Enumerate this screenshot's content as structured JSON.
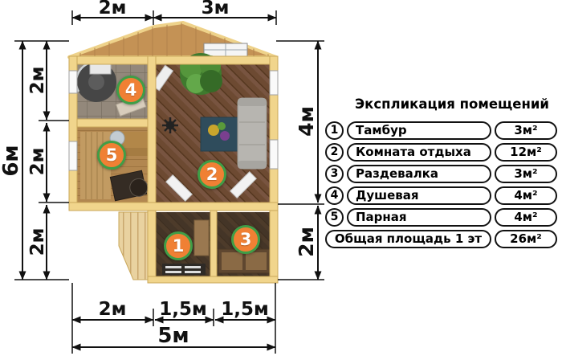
{
  "legend": {
    "title": "Экспликация помещений",
    "rows": [
      {
        "num": "1",
        "name": "Тамбур",
        "area": "3м²"
      },
      {
        "num": "2",
        "name": "Комната отдыха",
        "area": "12м²"
      },
      {
        "num": "3",
        "name": "Раздевалка",
        "area": "3м²"
      },
      {
        "num": "4",
        "name": "Душевая",
        "area": "4м²"
      },
      {
        "num": "5",
        "name": "Парная",
        "area": "4м²"
      }
    ],
    "total_row": {
      "name": "Общая площадь 1 эт",
      "area": "26м²"
    }
  },
  "dimensions": {
    "top": {
      "d1": "2м",
      "d2": "3м"
    },
    "left": {
      "total": "6м",
      "s1": "2м",
      "s2": "2м",
      "s3": "2м"
    },
    "right": {
      "s1": "4м",
      "s2": "2м"
    },
    "bottom": {
      "s1": "2м",
      "s2": "1,5м",
      "s3": "1,5м",
      "total": "5м"
    }
  },
  "badges": {
    "b1": "1",
    "b2": "2",
    "b3": "3",
    "b4": "4",
    "b5": "5"
  },
  "colors": {
    "badge_fill": "#f08034",
    "badge_ring": "#3f9e47",
    "wall_wood": "#f1d58c",
    "roof_wood": "#c49255",
    "dimension_line": "#111111"
  }
}
